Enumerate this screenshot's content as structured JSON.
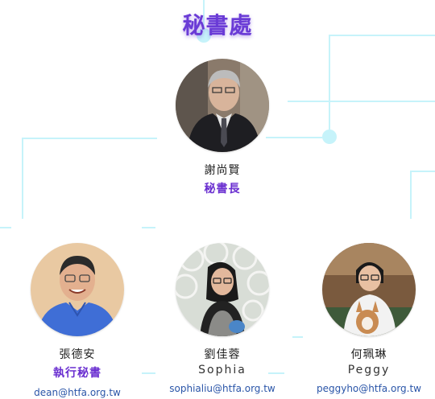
{
  "section_title": "秘書處",
  "colors": {
    "accent": "#6a3bd6",
    "line": "#c6f3fa",
    "email": "#2a55a8"
  },
  "people": {
    "secretary_general": {
      "name": "謝尚賢",
      "role": "秘書長"
    },
    "executive_secretary": {
      "name": "張德安",
      "role": "執行秘書",
      "email": "dean@htfa.org.tw"
    },
    "staff_sophia": {
      "name": "劉佳蓉",
      "english_name": "Sophia",
      "email": "sophialiu@htfa.org.tw"
    },
    "staff_peggy": {
      "name": "何珮琳",
      "english_name": "Peggy",
      "email": "peggyho@htfa.org.tw"
    }
  }
}
